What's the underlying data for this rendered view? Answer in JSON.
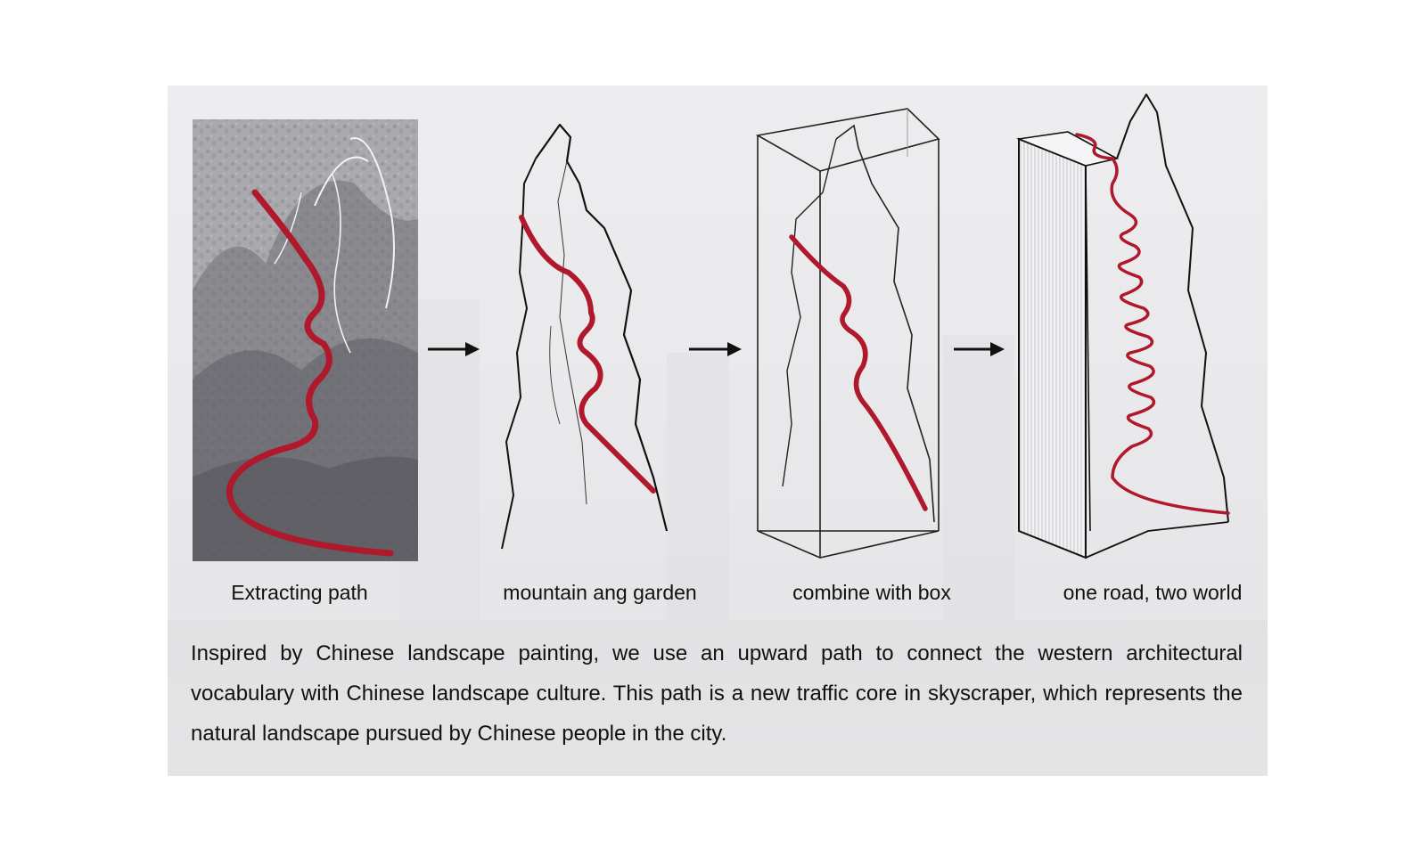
{
  "colors": {
    "path_red": "#b0182c",
    "ink": "#111111",
    "panel_bg": "#ebebed"
  },
  "steps": [
    {
      "caption": "Extracting path",
      "icon": "landscape-painting-icon"
    },
    {
      "caption": "mountain ang garden",
      "icon": "mountain-rock-icon"
    },
    {
      "caption": "combine with box",
      "icon": "rock-in-box-icon"
    },
    {
      "caption": "one road, two world",
      "icon": "tower-with-rock-icon"
    }
  ],
  "arrows": [
    "arrow-right-icon",
    "arrow-right-icon",
    "arrow-right-icon"
  ],
  "description": "Inspired by Chinese landscape painting, we use an upward path to connect the western architectural vocabulary with Chinese landscape culture. This path is a new traffic core in skyscraper, which represents the natural landscape pursued by Chinese people in the city."
}
